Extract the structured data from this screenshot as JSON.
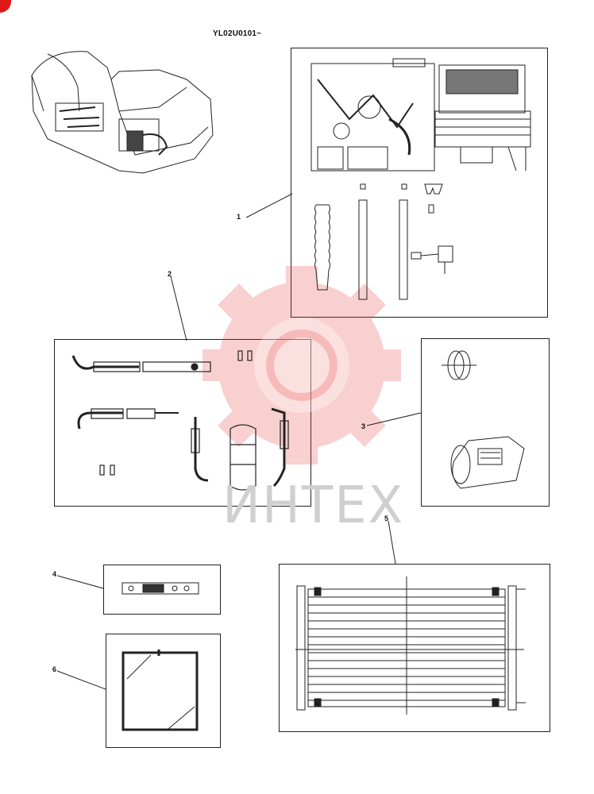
{
  "doc_code": "YL02U0101~",
  "callouts": [
    {
      "id": "c1",
      "label": "1"
    },
    {
      "id": "c2",
      "label": "2"
    },
    {
      "id": "c3",
      "label": "3"
    },
    {
      "id": "c4",
      "label": "4"
    },
    {
      "id": "c5",
      "label": "5"
    },
    {
      "id": "c6",
      "label": "6"
    }
  ],
  "watermark": {
    "text": "ИНТЕХ",
    "color": "#e83030"
  },
  "colors": {
    "line": "#222222",
    "accent": "#e01818"
  }
}
